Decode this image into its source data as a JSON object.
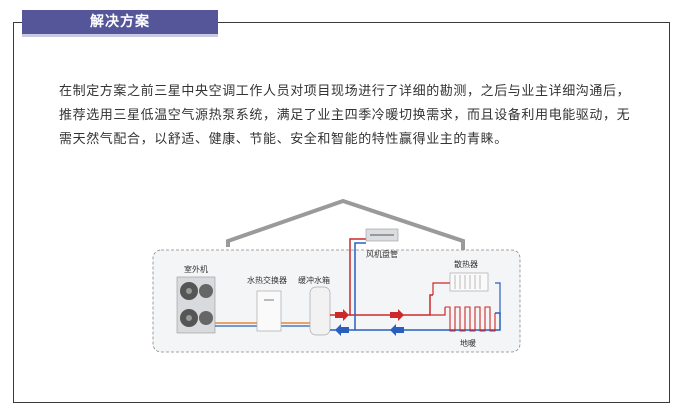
{
  "section": {
    "title": "解决方案"
  },
  "content": {
    "paragraph": "在制定方案之前三星中央空调工作人员对项目现场进行了详细的勘测，之后与业主详细沟通后，推荐选用三星低温空气源热泵系统，满足了业主四季冷暖切换需求，而且设备利用电能驱动，无需天然气配合，以舒适、健康、节能、安全和智能的特性赢得业主的青睐。"
  },
  "diagram": {
    "labels": {
      "outdoor_unit": "室外机",
      "heat_exchanger": "水热交换器",
      "buffer_tank": "缓冲水箱",
      "fan_coil": "风机盘管",
      "radiator": "散热器",
      "floor_heating": "地暖"
    },
    "colors": {
      "hot_pipe": "#cc2a2a",
      "cold_pipe": "#2a5fc0",
      "orange_pipe": "#e08a3c",
      "house_outline": "#9a9a9a",
      "dashed_border": "#888888"
    },
    "icons": [
      "outdoor-unit-icon",
      "heat-exchanger-icon",
      "buffer-tank-icon",
      "fan-coil-icon",
      "radiator-icon",
      "floor-heating-icon",
      "arrow-right-icon",
      "arrow-left-icon"
    ]
  }
}
